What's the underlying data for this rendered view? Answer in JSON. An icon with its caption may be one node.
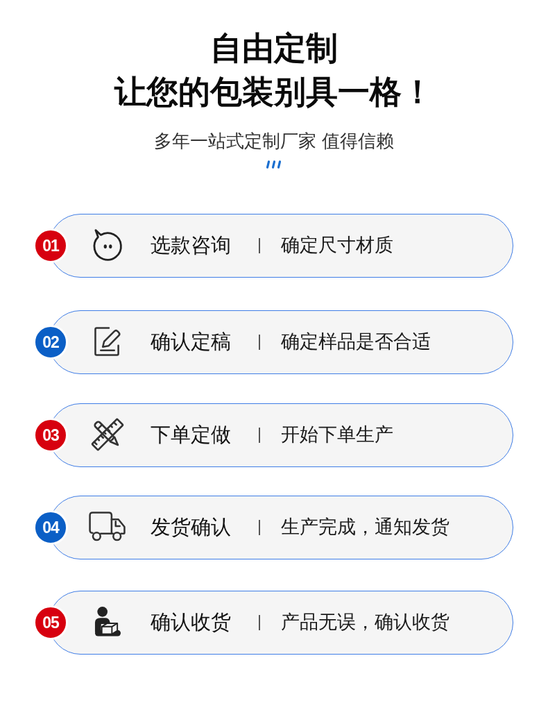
{
  "diagram": {
    "title": "自由定制让您的包装别具一格！",
    "nodes": [
      {
        "text": [
          "选款咨询",
          "确定尺寸材质"
        ]
      },
      {
        "text": [
          "01"
        ],
        "in": 0
      },
      {
        "text": [
          "确认定稿",
          "确定样品是否合适"
        ]
      },
      {
        "text": [
          "02"
        ],
        "in": 2
      },
      {
        "text": [
          "下单定做",
          "开始下单生产"
        ]
      },
      {
        "text": [
          "03"
        ],
        "in": 4
      },
      {
        "text": [
          "发货确认",
          "生产完成，通知发货"
        ]
      },
      {
        "text": [
          "04"
        ],
        "in": 6
      },
      {
        "text": [
          "确认收货",
          "产品无误，确认收货"
        ]
      },
      {
        "text": [
          "05"
        ],
        "in": 8
      }
    ],
    "labels": [
      "多年一站式定制厂家 值得信赖"
    ]
  }
}
